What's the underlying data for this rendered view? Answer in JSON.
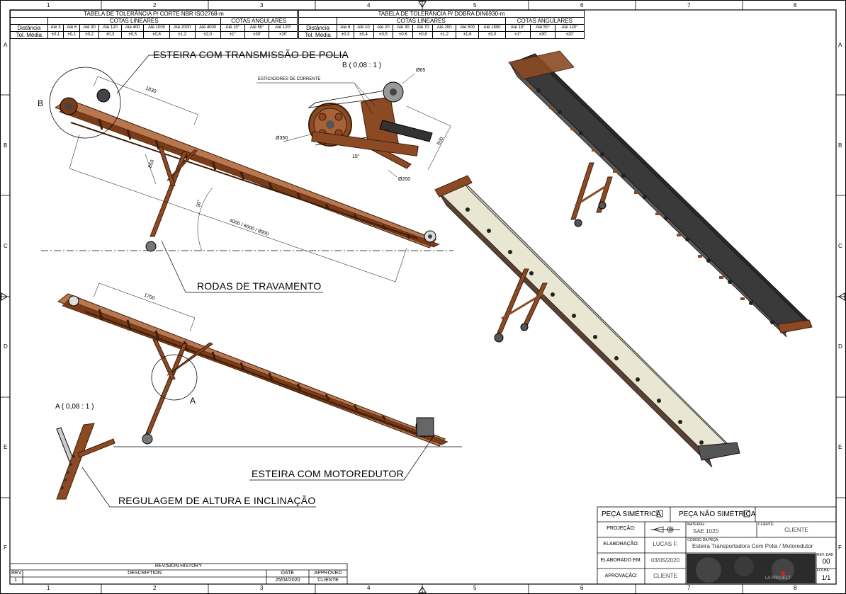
{
  "grid": {
    "columns": [
      "1",
      "2",
      "3",
      "4",
      "5",
      "6",
      "7",
      "8"
    ],
    "rows": [
      "A",
      "B",
      "C",
      "D",
      "E",
      "F"
    ]
  },
  "tol_cut": {
    "title": "TABELA DE TOLERÂNCIA P/ CORTE NBR ISO2768-m",
    "linear_header": "COTAS LINEARES",
    "angular_header": "COTAS ANGULARES",
    "row1_label": "Distância",
    "row2_label": "Tol. Média",
    "linear_ranges": [
      "Até 3",
      "Até 6",
      "Até 30",
      "Até 120",
      "Até 400",
      "Até 1000",
      "Até 2000",
      "Até 4000"
    ],
    "linear_values": [
      "±0,1",
      "±0,1",
      "±0,2",
      "±0,3",
      "±0,5",
      "±0,8",
      "±1,2",
      "±2,0"
    ],
    "angular_ranges": [
      "Até 10°",
      "Até 50°",
      "Até 120°"
    ],
    "angular_values": [
      "±1°",
      "±30'",
      "±20'"
    ]
  },
  "tol_fold": {
    "title": "TABELA DE TOLERÂNCIA P/ DOBRA DIN6930-m",
    "linear_header": "COTAS LINEARES",
    "angular_header": "COTAS ANGULARES",
    "row1_label": "Distância",
    "row2_label": "Tol. Média",
    "linear_ranges": [
      "Até 6",
      "Até 10",
      "Até 20",
      "Até 30",
      "Até 70",
      "Até 200",
      "Até 500",
      "Até 1500"
    ],
    "linear_values": [
      "±0,3",
      "±0,4",
      "±0,5",
      "±0,6",
      "±0,8",
      "±1,2",
      "±1,6",
      "±3,0"
    ],
    "angular_ranges": [
      "Até 10°",
      "Até 50°",
      "Até 120°"
    ],
    "angular_values": [
      "±1°",
      "±30'",
      "±20'"
    ]
  },
  "labels": {
    "pulley_conveyor": "ESTEIRA COM TRANSMISSÃO DE POLIA",
    "locking_wheels": "RODAS DE TRAVAMENTO",
    "motor_conveyor": "ESTEIRA COM MOTOREDUTOR",
    "height_adjust": "REGULAGEM DE ALTURA E INCLINAÇÃO",
    "detail_b": "B ( 0,08 : 1 )",
    "detail_a": "A ( 0,08 : 1 )",
    "callout_b": "B",
    "callout_a": "A",
    "chain_tensioners": "ESTICADORES DE CORRENTE"
  },
  "dimensions": {
    "d_1830": "1830",
    "d_850": "850",
    "d_30deg": "30°",
    "d_length": "4000 / 6000 / 8000",
    "d_1700": "1700",
    "d_phi65": "Ø65",
    "d_phi350": "Ø350",
    "d_phi200": "Ø200",
    "d_500": "500",
    "d_angle": "15°"
  },
  "revision": {
    "title": "REVISION HISTORY",
    "col_rev": "REV",
    "col_desc": "DESCRIPTION",
    "col_date": "DATE",
    "col_approved": "APPROVED",
    "rows": [
      {
        "rev": "1",
        "desc": "",
        "date": "25/04/2020",
        "approved": "CLIENTE"
      }
    ]
  },
  "title_block": {
    "symmetric": "PEÇA SIMÉTRICA",
    "non_symmetric": "PEÇA NÃO SIMÉTRICA",
    "projection_label": "PROJEÇÃO:",
    "material_label": "MATERIAL:",
    "material_value": "SAE 1020",
    "client_label": "CLIENTE:",
    "client_value": "CLIENTE",
    "drawn_label": "ELABORAÇÃO:",
    "drawn_value": "LUCAS F.",
    "part_code_label": "CÓDIGO DA PEÇA:",
    "part_code_value": "Esteira Transportadora Com Polia  / Motoredutor",
    "date_label": "ELABORADO EM:",
    "date_value": "03/05/2020",
    "approval_label": "APROVAÇÃO:",
    "approval_value": "CLIENTE",
    "rev_label": "REV. DAD",
    "rev_value": "00",
    "sheet_label": "FOLHA:",
    "sheet_value": "1/1",
    "logo_text": "LA PROJECT"
  },
  "colors": {
    "frame": "#8b4a24",
    "frame_dark": "#5a2d14",
    "belt_dark": "#3a3a3a",
    "belt_light": "#e9e6d3",
    "background": "#ffffff"
  }
}
